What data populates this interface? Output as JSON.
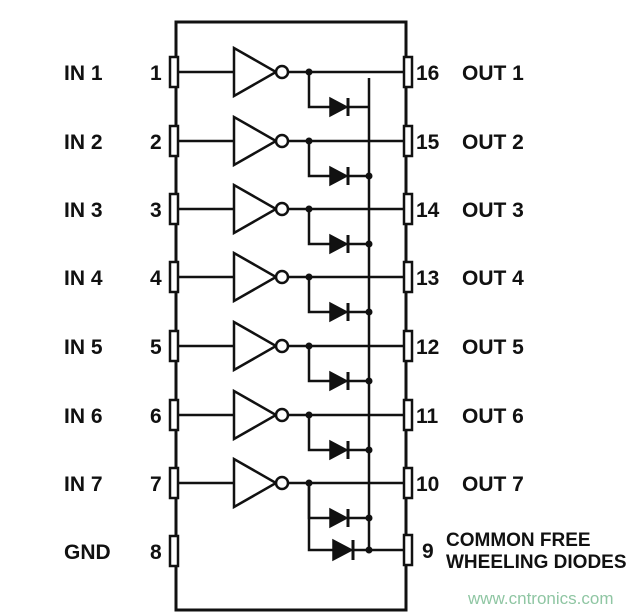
{
  "left_pins": [
    {
      "label": "IN 1",
      "number": "1"
    },
    {
      "label": "IN 2",
      "number": "2"
    },
    {
      "label": "IN 3",
      "number": "3"
    },
    {
      "label": "IN 4",
      "number": "4"
    },
    {
      "label": "IN 5",
      "number": "5"
    },
    {
      "label": "IN 6",
      "number": "6"
    },
    {
      "label": "IN 7",
      "number": "7"
    },
    {
      "label": "GND",
      "number": "8"
    }
  ],
  "right_pins": [
    {
      "label": "OUT 1",
      "number": "16"
    },
    {
      "label": "OUT 2",
      "number": "15"
    },
    {
      "label": "OUT 3",
      "number": "14"
    },
    {
      "label": "OUT 4",
      "number": "13"
    },
    {
      "label": "OUT 5",
      "number": "12"
    },
    {
      "label": "OUT 6",
      "number": "11"
    },
    {
      "label": "OUT 7",
      "number": "10"
    }
  ],
  "common_pin": {
    "number": "9",
    "label_line1": "COMMON FREE",
    "label_line2": "WHEELING DIODES"
  },
  "watermark": "www.cntronics.com",
  "colors": {
    "line": "#111111",
    "watermark": "#8fc6a3"
  }
}
